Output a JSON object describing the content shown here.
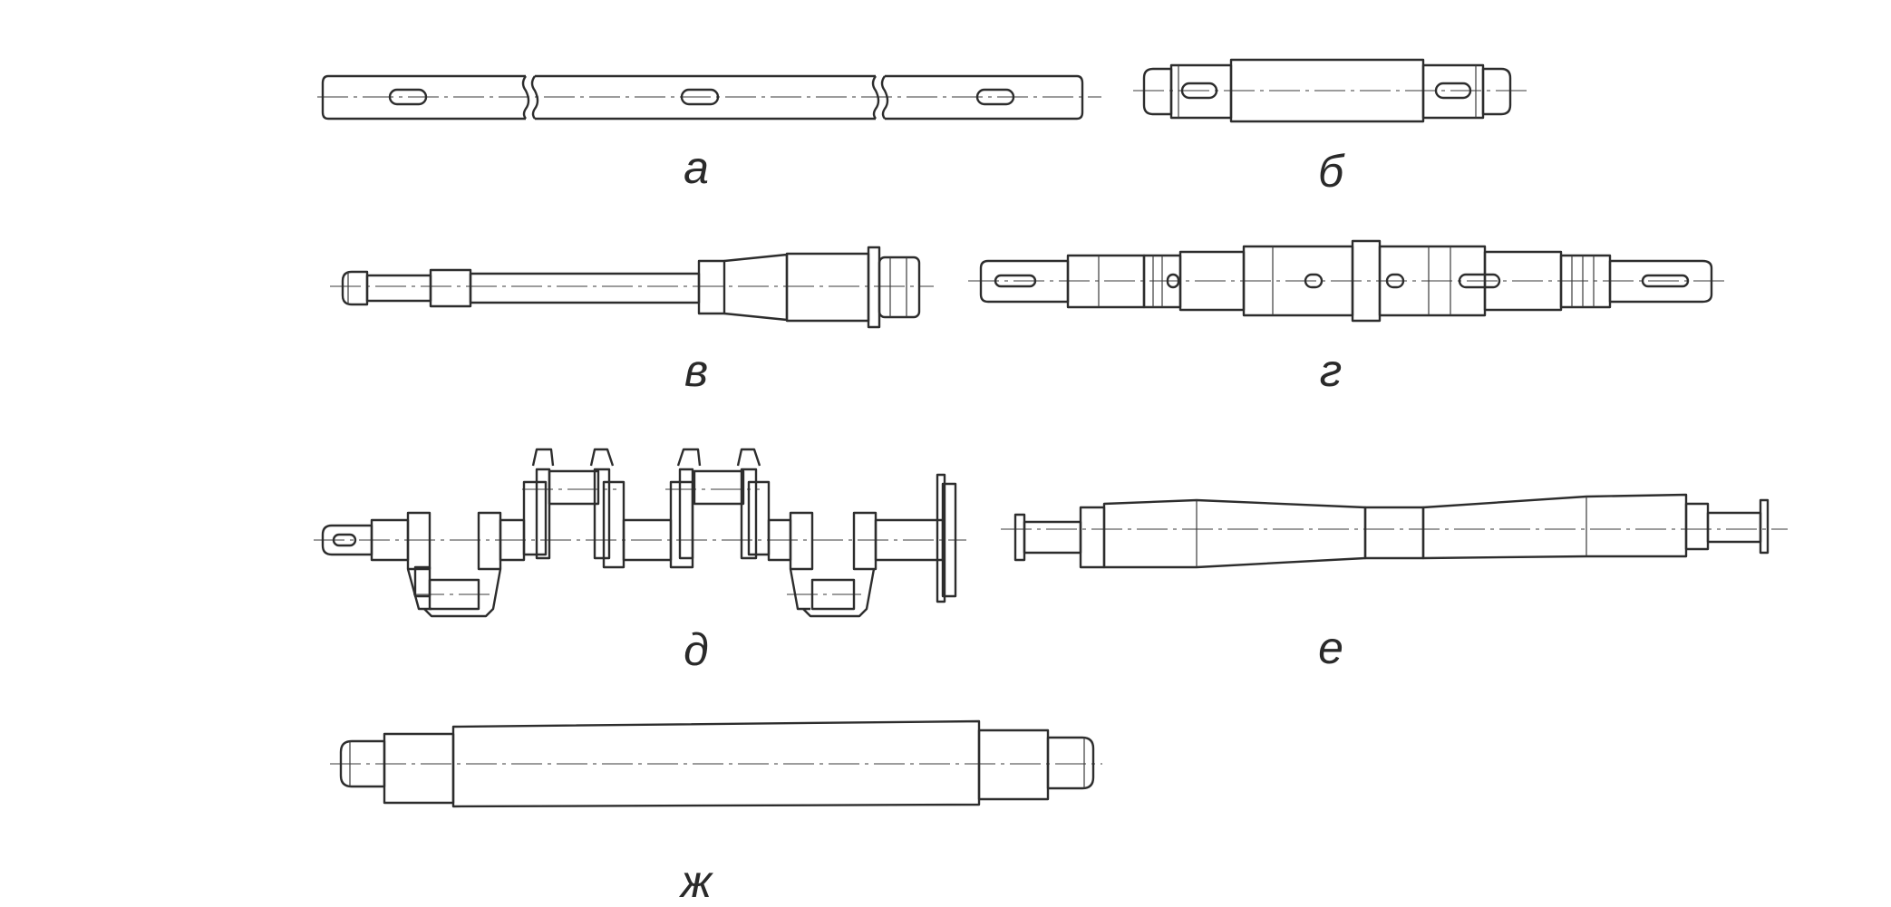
{
  "figure": {
    "labels": {
      "a": "а",
      "b": "б",
      "v": "в",
      "g": "г",
      "d": "д",
      "e": "е",
      "zh": "ж"
    }
  }
}
